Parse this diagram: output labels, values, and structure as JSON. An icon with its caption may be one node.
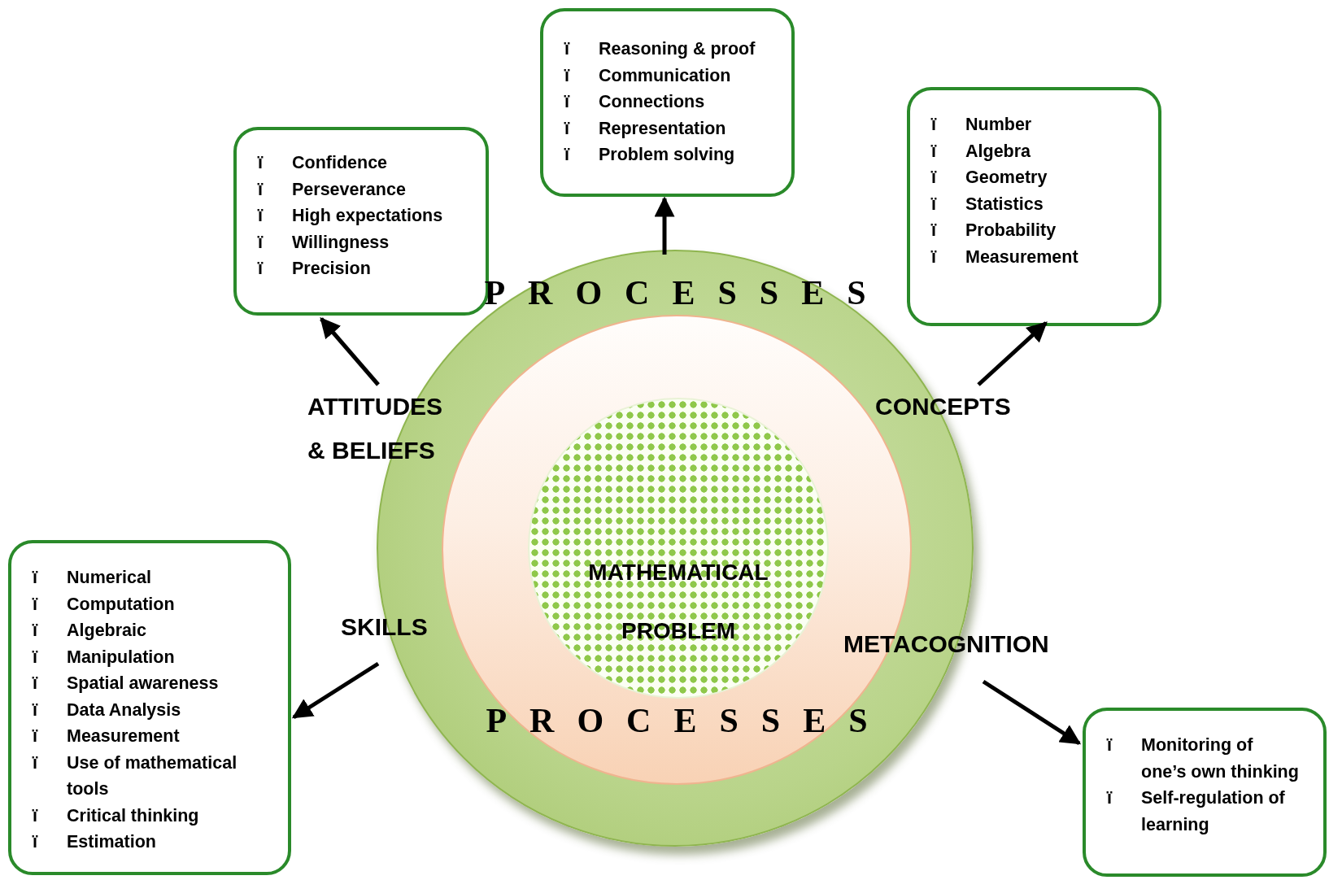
{
  "diagram": {
    "nodes": [
      {
        "text": [
          "PROCESSES"
        ]
      },
      {
        "text": [
          "PROCESSES"
        ],
        "in": 0
      },
      {
        "text": [
          "MATHEMATICAL PROBLEM"
        ],
        "in": 1
      },
      {
        "text": [
          "ATTITUDES & BELIEFS"
        ]
      },
      {
        "text": [
          "CONCEPTS"
        ]
      },
      {
        "text": [
          "SKILLS"
        ]
      },
      {
        "text": [
          "METACOGNITION"
        ]
      },
      {
        "text": [
          "ï Confidence",
          "ï Perseverance",
          "ï High expectations",
          "ï Willingness",
          "ï Precision"
        ]
      },
      {
        "text": [
          "ï Reasoning & proof",
          "ï Communication",
          "ï Connections",
          "ï Representation",
          "ï Problem solving"
        ]
      },
      {
        "text": [
          "ï Number",
          "ï Algebra",
          "ï Geometry",
          "ï Statistics",
          "ï Probability",
          "ï Measurement"
        ]
      },
      {
        "text": [
          "ï Numerical",
          "ï Computation",
          "ï Algebraic",
          "ï Manipulation",
          "ï Spatial awareness",
          "ï Data Analysis",
          "ï Measurement",
          "ï Use of mathematical tools",
          "ï Critical thinking",
          "ï Estimation"
        ]
      },
      {
        "text": [
          "ï Monitoring of one’s own thinking",
          "ï Self-regulation of learning"
        ]
      }
    ],
    "edges": [
      {
        "from": 3,
        "to": 7,
        "arrow": "to"
      },
      {
        "from": 0,
        "to": 8,
        "arrow": "to"
      },
      {
        "from": 4,
        "to": 9,
        "arrow": "to"
      },
      {
        "from": 5,
        "to": 10,
        "arrow": "to"
      },
      {
        "from": 6,
        "to": 11,
        "arrow": "to"
      }
    ]
  }
}
